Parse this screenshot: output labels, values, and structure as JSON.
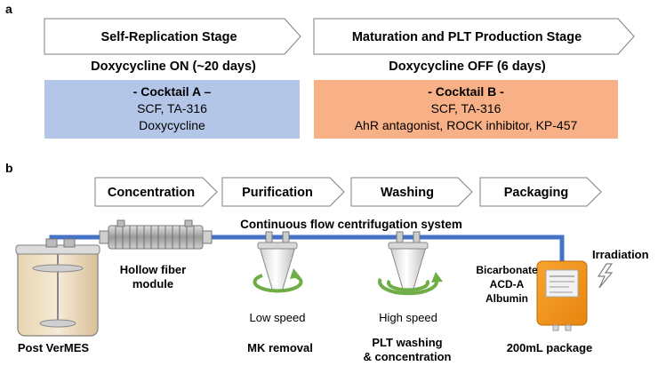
{
  "panel_a": {
    "letter": "a",
    "stage1": "Self-Replication Stage",
    "stage2": "Maturation and PLT Production Stage",
    "dox_on": "Doxycycline ON (~20 days)",
    "dox_off": "Doxycycline OFF (6 days)",
    "cocktail_a": {
      "title": "- Cocktail A –",
      "lines": [
        "SCF, TA-316",
        "Doxycycline"
      ],
      "color": "#b4c6e7"
    },
    "cocktail_b": {
      "title": "- Cocktail B -",
      "lines": [
        "SCF, TA-316",
        "AhR antagonist, ROCK inhibitor, KP-457"
      ],
      "color": "#f8b187"
    }
  },
  "panel_b": {
    "letter": "b",
    "steps": [
      "Concentration",
      "Purification",
      "Washing",
      "Packaging"
    ],
    "flow_label": "Continuous flow centrifugation system",
    "hollow_fiber": [
      "Hollow fiber",
      "module"
    ],
    "low_speed": "Low speed",
    "high_speed": "High speed",
    "bag_additives": [
      "Bicarbonate",
      "ACD-A",
      "Albumin"
    ],
    "irradiation": "Irradiation",
    "bottom": {
      "post_vermes": "Post VerMES",
      "mk_removal": "MK removal",
      "plt_washing": [
        "PLT washing",
        "& concentration"
      ],
      "package": "200mL package"
    },
    "tube_color": "#4472c4",
    "arrow_color": "#70ad47"
  }
}
